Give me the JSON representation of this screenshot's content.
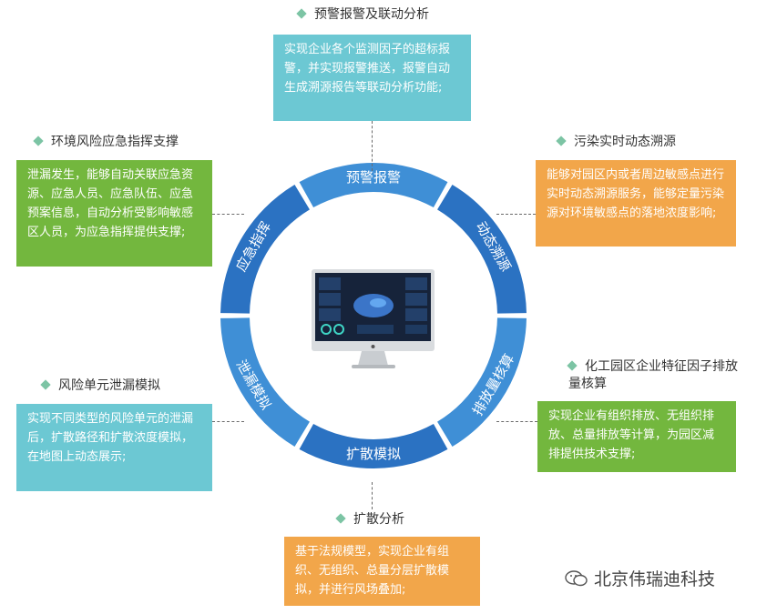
{
  "ring": {
    "segments": [
      {
        "label": "预警报警",
        "color": "#3f8fd6"
      },
      {
        "label": "动态溯源",
        "color": "#2b72c2"
      },
      {
        "label": "排放量核算",
        "color": "#3f8fd6"
      },
      {
        "label": "扩散模拟",
        "color": "#2b72c2"
      },
      {
        "label": "泄漏模拟",
        "color": "#3f8fd6"
      },
      {
        "label": "应急指挥",
        "color": "#2b72c2"
      }
    ]
  },
  "panels": {
    "top": {
      "title": "预警报警及联动分析",
      "text": "实现企业各个监测因子的超标报警，并实现报警推送，报警自动生成溯源报告等联动分析功能;"
    },
    "upper_left": {
      "title": "环境风险应急指挥支撑",
      "text": "泄漏发生，能够自动关联应急资源、应急人员、应急队伍、应急预案信息，自动分析受影响敏感区人员，为应急指挥提供支撑;"
    },
    "upper_right": {
      "title": "污染实时动态溯源",
      "text": "能够对园区内或者周边敏感点进行实时动态溯源服务，能够定量污染源对环境敏感点的落地浓度影响;"
    },
    "lower_left": {
      "title": "风险单元泄漏模拟",
      "text": "实现不同类型的风险单元的泄漏后，扩散路径和扩散浓度模拟，在地图上动态展示;"
    },
    "lower_right": {
      "title": "化工园区企业特征因子排放量核算",
      "text": "实现企业有组织排放、无组织排放、总量排放等计算，为园区减排提供技术支撑;"
    },
    "bottom": {
      "title": "扩散分析",
      "text": "基于法规模型，实现企业有组织、无组织、总量分层扩散模拟，并进行风场叠加;"
    }
  },
  "watermark": "北京伟瑞迪科技",
  "colors": {
    "teal": "#6cc8d3",
    "green": "#73b73e",
    "orange": "#f2a64a",
    "diamond": "#7cc4a4"
  }
}
